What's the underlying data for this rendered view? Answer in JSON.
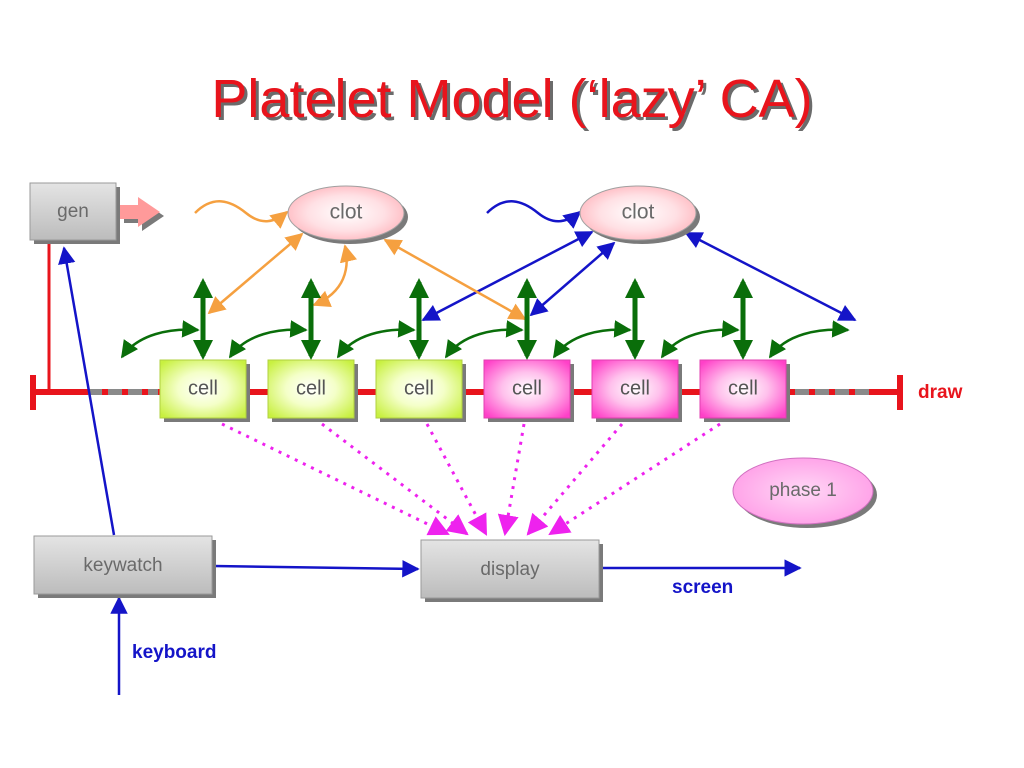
{
  "title": "Platelet Model (‘lazy’ CA)",
  "nodes": {
    "gen": "gen",
    "clot_left": "clot",
    "clot_right": "clot",
    "keywatch": "keywatch",
    "display": "display",
    "phase": "phase 1"
  },
  "cells": [
    {
      "label": "cell",
      "state": "green"
    },
    {
      "label": "cell",
      "state": "green"
    },
    {
      "label": "cell",
      "state": "green"
    },
    {
      "label": "cell",
      "state": "pink"
    },
    {
      "label": "cell",
      "state": "pink"
    },
    {
      "label": "cell",
      "state": "pink"
    }
  ],
  "labels": {
    "draw": "draw",
    "screen": "screen",
    "keyboard": "keyboard"
  },
  "colors": {
    "title": "#e8141c",
    "cell_green": "#ddff66",
    "cell_pink": "#ff77d0",
    "red_channel": "#e8141c",
    "blue_channel": "#1414c8",
    "orange_channel": "#f5a040",
    "green_channel": "#0a6e0a",
    "magenta_dotted": "#ee22ee"
  }
}
